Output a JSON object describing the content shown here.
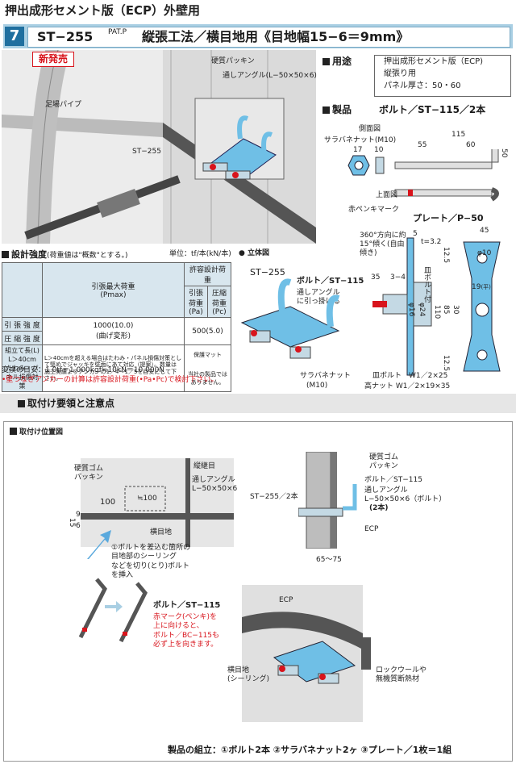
{
  "header": {
    "page_title": "押出成形セメント版（ECP）外壁用",
    "section_number": "7",
    "product_code": "ST−255",
    "patent_mark": "PAT.P",
    "title_rest": "縦張工法／横目地用《目地幅15−6＝9mm》"
  },
  "illustration_top": {
    "new_badge": "新発売",
    "label_gasket": "硬質パッキン",
    "label_angle": "通しアングル(L−50×50×6)",
    "label_pipe": "足場パイプ",
    "label_product": "ST−255"
  },
  "usage": {
    "heading": "用途",
    "lines": [
      "押出成形セメント版（ECP)",
      "縦張り用",
      "パネル厚さ：50・60"
    ]
  },
  "product": {
    "heading": "製品",
    "bolt_title": "ボルト／ST−115／2本",
    "side_view": "側面図",
    "washer_nut": "サラバネナット(M10)",
    "dim_17": "17",
    "dim_10": "10",
    "dim_115": "115",
    "dim_55": "55",
    "dim_60": "60",
    "dim_50": "50",
    "top_view": "上面図",
    "red_mark": "赤ペンキマーク",
    "plate_title": "プレート／P−50",
    "angle_note": "360°方向に約15°傾く(自由傾き)",
    "dim_5": "5",
    "dim_t": "t=3.2",
    "dim_45": "45",
    "dim_35": "35",
    "dim_3_4": "3−4",
    "dim_phi10": "φ10",
    "dim_19": "19",
    "dim_19_note": "(平)",
    "dim_phi16": "φ16",
    "dim_phi24": "φ24",
    "dim_110": "110",
    "dim_85": "85",
    "dim_30": "30",
    "dim_12_5": "12.5",
    "plate_note": "皿ボルト付",
    "countersunk": "皿ボルト　W1／2×25",
    "high_nut": "高ナット W1／2×19×35"
  },
  "strength": {
    "heading": "設計強度",
    "heading_note": "(荷重値は\"概数\"とする。)",
    "unit": "単位：tf/本(kN/本)",
    "col_max": "引張最大荷重\n(Pmax)",
    "col_allow": "許容設計荷重",
    "col_pa": "引張荷重\n(Pa)",
    "col_pc": "圧縮荷重\n(Pc)",
    "row_tension": "引 張 強 度",
    "row_compress": "圧 縮 強 度",
    "val_pmax": "1000(10.0)",
    "val_pmax_note": "(曲げ変形)",
    "val_allow": "500(5.0)",
    "row_assembly": "組立て長(L)\nL＞40cm\nたわみ・パネル損傷対策",
    "assembly_text": "L＞40cmを超える場合はたわみ・パネル損傷対策として堅めでジャッキを壁面にあて対応（提案）。数量は施工実績よりアンカーの1／4〜1／5を目安にして下さい。",
    "protect_mat": "保護マット",
    "not_our_product": "当社の製品ではありません。",
    "conversion": "変換の目安：1.0tf＝1,000kgf≒10kN＝10,000N",
    "warning": "•壁つなぎアンカーの計算は許容設計荷重(•Pa•Pc)で検討下さい。"
  },
  "iso_view": {
    "heading": "立体図",
    "code": "ST−255",
    "bolt_label": "ボルト／ST−115",
    "hook_note": "通しアングルに引っ掛ける",
    "nut_label": "サラバネナット",
    "nut_size": "(M10)"
  },
  "install": {
    "heading": "取付け要領と注意点",
    "position_heading": "取付け位置図",
    "hard_rubber": "硬質ゴム\nパッキン",
    "vertical_joint": "縦継目",
    "angle": "通しアングル\nL−50×50×6",
    "dim_100": "100",
    "dim_approx100": "≒100",
    "dim_15": "15",
    "dim_9": "9",
    "dim_6": "6",
    "horizontal_joint": "横目地",
    "step_note": "①ボルトを差込む箇所の\n目地部のシーリング\nなどを切り(とり)ボルト\nを挿入",
    "bolt_label": "ボルト／ST−115",
    "red_note": "赤マーク(ペンキ)を\n上に向けると、\nボルト／BC−115も\n必ず上を向きます。",
    "section_rubber": "硬質ゴム\nパッキン",
    "section_bolt": "ボルト／ST−115",
    "section_angle": "通しアングル\nL−50×50×6（ボルト）",
    "section_qty": "(2本)",
    "section_code": "ST−255／2本",
    "section_ecp": "ECP",
    "dim_65_75": "65〜75",
    "ecp_label": "ECP",
    "rockwool": "ロックウールや\n無機質断熱材",
    "horizontal_sealing": "横目地\n(シーリング)",
    "footer": "製品の組立：①ボルト2本 ②サラバネナット2ヶ ③プレート／1枚＝1組"
  }
}
